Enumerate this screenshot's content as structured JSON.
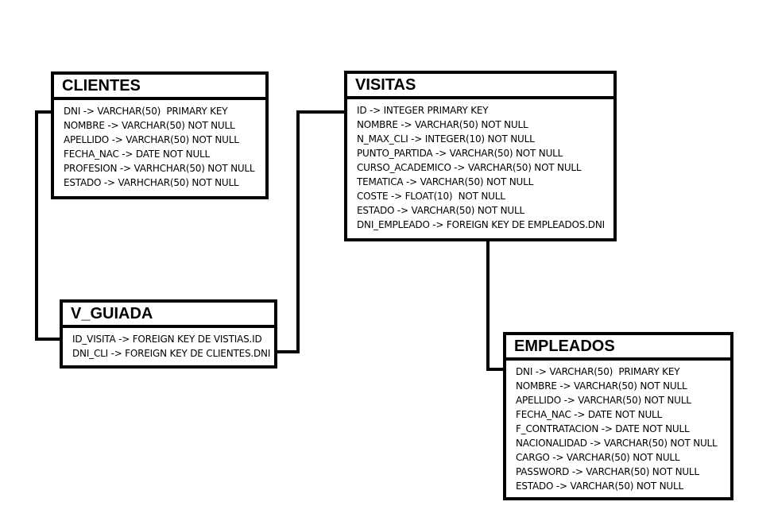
{
  "tables": {
    "clientes": {
      "name": "CLIENTES",
      "fields": [
        "DNI -> VARCHAR(50)  PRIMARY KEY",
        "NOMBRE -> VARCHAR(50) NOT NULL",
        "APELLIDO -> VARCHAR(50) NOT NULL",
        "FECHA_NAC -> DATE NOT NULL",
        "PROFESION -> VARHCHAR(50) NOT NULL",
        "ESTADO -> VARHCHAR(50) NOT NULL"
      ]
    },
    "visitas": {
      "name": "VISITAS",
      "fields": [
        "ID -> INTEGER PRIMARY KEY",
        "NOMBRE -> VARCHAR(50) NOT NULL",
        "N_MAX_CLI -> INTEGER(10) NOT NULL",
        "PUNTO_PARTIDA -> VARCHAR(50) NOT NULL",
        "CURSO_ACADEMICO -> VARCHAR(50) NOT NULL",
        "TEMATICA -> VARCHAR(50) NOT NULL",
        "COSTE -> FLOAT(10)  NOT NULL",
        "ESTADO -> VARCHAR(50) NOT NULL",
        "DNI_EMPLEADO -> FOREIGN KEY DE EMPLEADOS.DNI"
      ]
    },
    "v_guiada": {
      "name": "V_GUIADA",
      "fields": [
        "ID_VISITA -> FOREIGN KEY DE VISTIAS.ID",
        "DNI_CLI -> FOREIGN KEY DE CLIENTES.DNI"
      ]
    },
    "empleados": {
      "name": "EMPLEADOS",
      "fields": [
        "DNI -> VARCHAR(50)  PRIMARY KEY",
        "NOMBRE -> VARCHAR(50) NOT NULL",
        "APELLIDO -> VARCHAR(50) NOT NULL",
        "FECHA_NAC -> DATE NOT NULL",
        "F_CONTRATACION -> DATE NOT NULL",
        "NACIONALIDAD -> VARCHAR(50) NOT NULL",
        "CARGO -> VARCHAR(50) NOT NULL",
        "PASSWORD -> VARCHAR(50) NOT NULL",
        "ESTADO -> VARCHAR(50) NOT NULL"
      ]
    }
  },
  "colors": {
    "line": "#000000",
    "background": "#ffffff"
  }
}
